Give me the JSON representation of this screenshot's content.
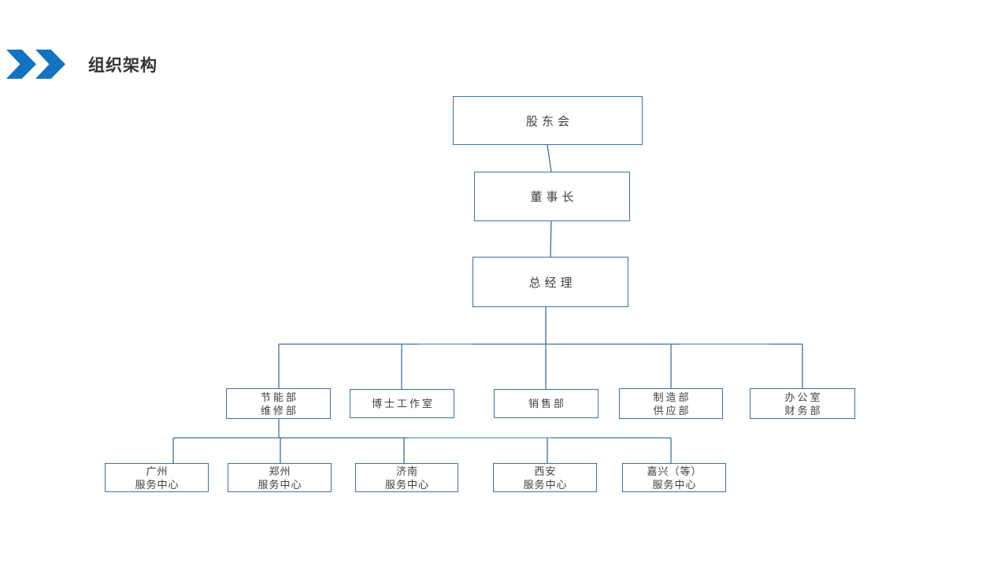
{
  "header": {
    "title": "组织架构",
    "chevron_icon": "double-chevron-right",
    "chevron_color": "#1173C2",
    "title_color": "#333333"
  },
  "org_chart": {
    "box_border_color": "#41719C",
    "line_color": "#41719C",
    "line_color_light": "#85ADD4",
    "level1": {
      "label": "股东会"
    },
    "level2": {
      "label": "董事长"
    },
    "level3": {
      "label": "总经理"
    },
    "departments": [
      {
        "label": "节能部\n维修部"
      },
      {
        "label": "博士工作室"
      },
      {
        "label": "销售部"
      },
      {
        "label": "制造部\n供应部"
      },
      {
        "label": "办公室\n财务部"
      }
    ],
    "service_centers": [
      {
        "label": "广州\n服务中心"
      },
      {
        "label": "郑州\n服务中心"
      },
      {
        "label": "济南\n服务中心"
      },
      {
        "label": "西安\n服务中心"
      },
      {
        "label": "嘉兴（等）\n服务中心"
      }
    ]
  }
}
